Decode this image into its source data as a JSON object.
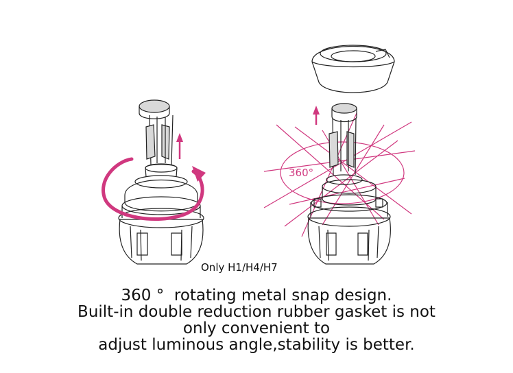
{
  "models_note": "Only H1/H4/H7",
  "rotation_angle_label": "360°",
  "description": {
    "line1": "360 °  rotating metal snap design.",
    "line2": "Built-in double reduction rubber gasket is not",
    "line3": "only convenient to",
    "line4": "adjust luminous angle,stability is better."
  },
  "colors": {
    "accent": "#d0387f",
    "stroke": "#222222",
    "background": "#ffffff"
  }
}
